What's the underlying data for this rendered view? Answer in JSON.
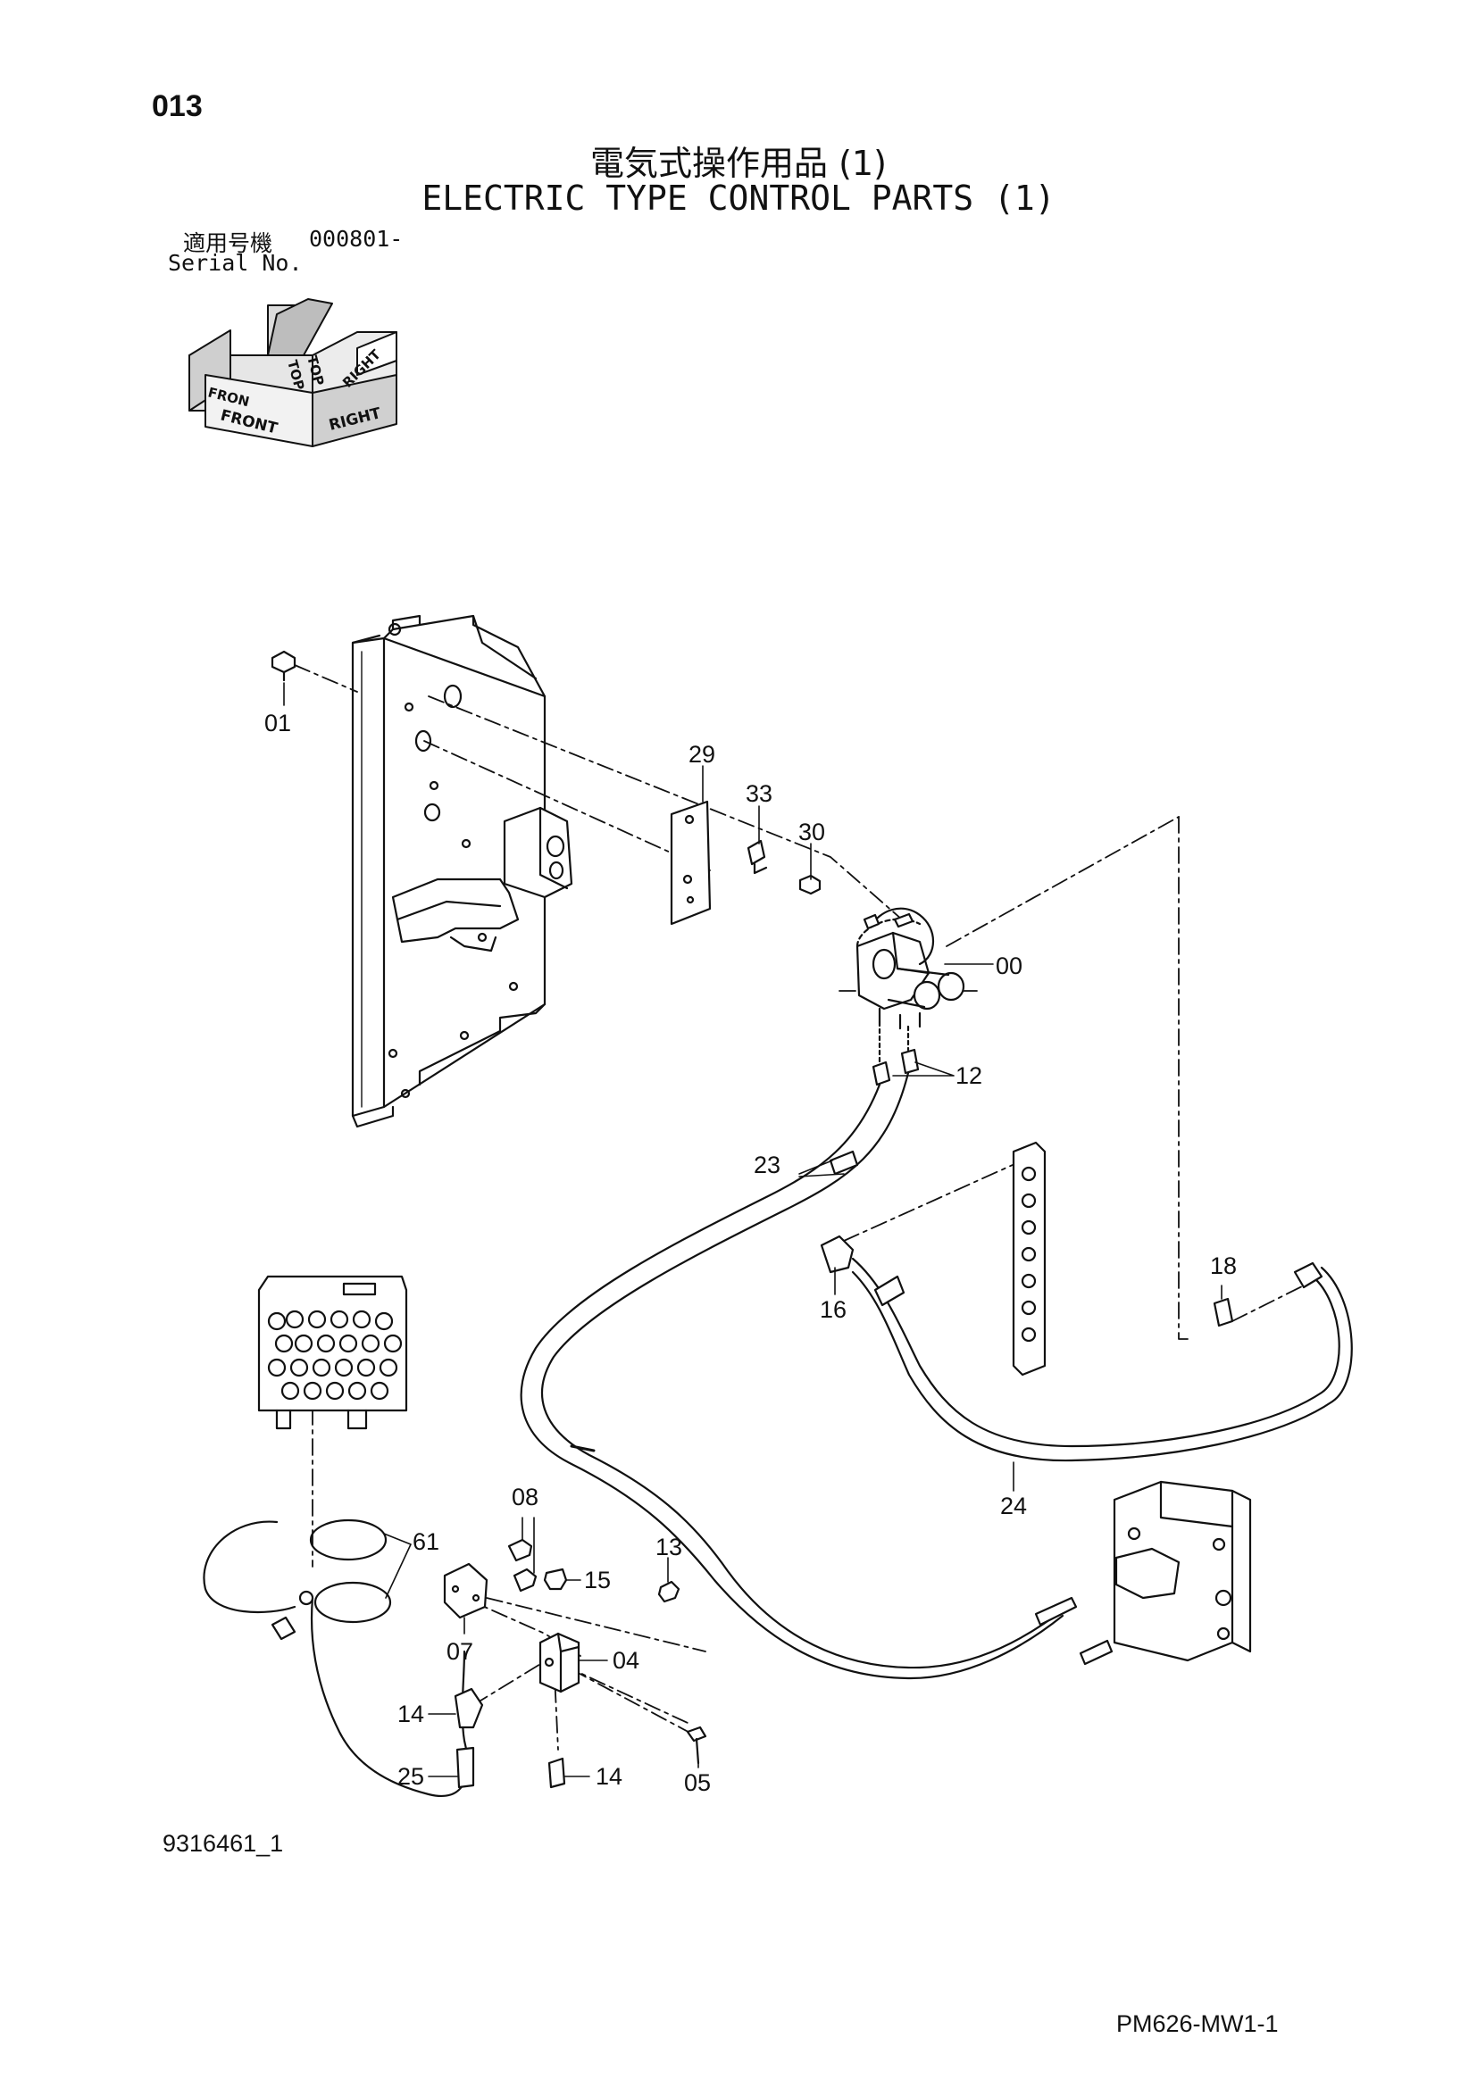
{
  "header": {
    "page_number": "013",
    "title_jp": "電気式操作用品 (1)",
    "title_en": "ELECTRIC TYPE CONTROL PARTS (1)",
    "serial_label_jp": "適用号機",
    "serial_value": "000801-",
    "serial_label_en": "Serial No."
  },
  "orientation": {
    "top": "TOP",
    "front": "FRONT",
    "right": "RIGHT",
    "front_back": "FRON",
    "top_back": "TOP",
    "right_back": "RIGHT"
  },
  "callouts": {
    "c01": "01",
    "c29": "29",
    "c33": "33",
    "c30": "30",
    "c00": "00",
    "c12": "12",
    "c23": "23",
    "c16": "16",
    "c18": "18",
    "c24": "24",
    "c08": "08",
    "c61": "61",
    "c13": "13",
    "c15": "15",
    "c07": "07",
    "c04": "04",
    "c14a": "14",
    "c14b": "14",
    "c25": "25",
    "c05": "05"
  },
  "footer": {
    "figure_id": "9316461_1",
    "page_code": "PM626-MW1-1"
  }
}
